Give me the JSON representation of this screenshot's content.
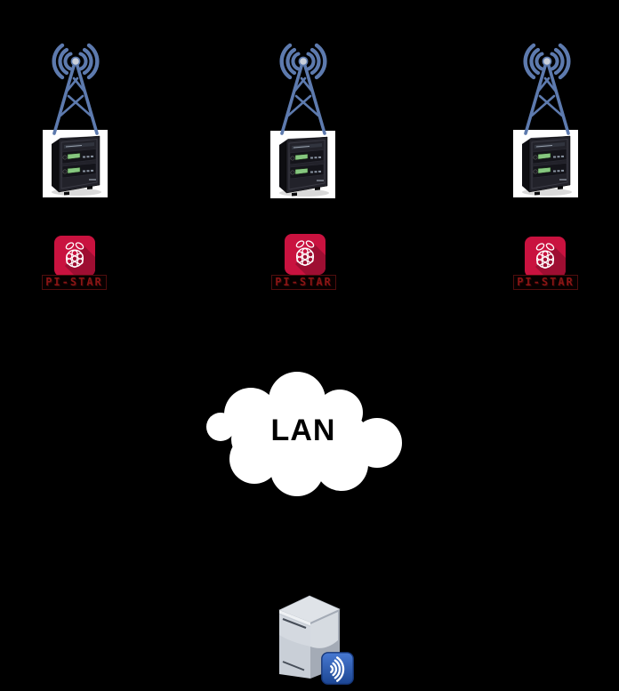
{
  "diagram": {
    "kind": "amateur-radio repeater network diagram",
    "background": "#000000"
  },
  "sites": [
    {
      "id": "repeater-site-1",
      "tower_icon": "radio-tower-icon",
      "repeater_icon": "repeater-rack-image",
      "pistar_icon": "pi-star-raspberry-icon",
      "pistar_label": "PI-STAR"
    },
    {
      "id": "repeater-site-2",
      "tower_icon": "radio-tower-icon",
      "repeater_icon": "repeater-rack-image",
      "pistar_icon": "pi-star-raspberry-icon",
      "pistar_label": "PI-STAR"
    },
    {
      "id": "repeater-site-3",
      "tower_icon": "radio-tower-icon",
      "repeater_icon": "repeater-rack-image",
      "pistar_icon": "pi-star-raspberry-icon",
      "pistar_label": "PI-STAR"
    }
  ],
  "network": {
    "cloud_icon": "lan-cloud",
    "cloud_label": "LAN"
  },
  "server": {
    "server_icon": "server-tower-icon",
    "wireless_icon": "wireless-signal-icon"
  },
  "colors": {
    "tower_blue": "#5d7aae",
    "tower_node_gray": "#c9cfda",
    "repeater_photo_bg": "#ffffff",
    "repeater_cabinet": "#22222a",
    "repeater_display_green": "#86c77f",
    "pistar_red": "#c9123f",
    "pistar_shadow_red": "#9e0e32",
    "pistar_glyph_white": "#ffffff",
    "pistar_label_text": "#8a1515",
    "pistar_label_border": "#4f0d0d",
    "cloud_fill": "#ffffff",
    "lan_text": "#000000",
    "badge_blue_top": "#4879d2",
    "badge_blue_bottom": "#1c4693",
    "server_gray_front": "#c9cfd7",
    "server_gray_side": "#a4abb6"
  }
}
